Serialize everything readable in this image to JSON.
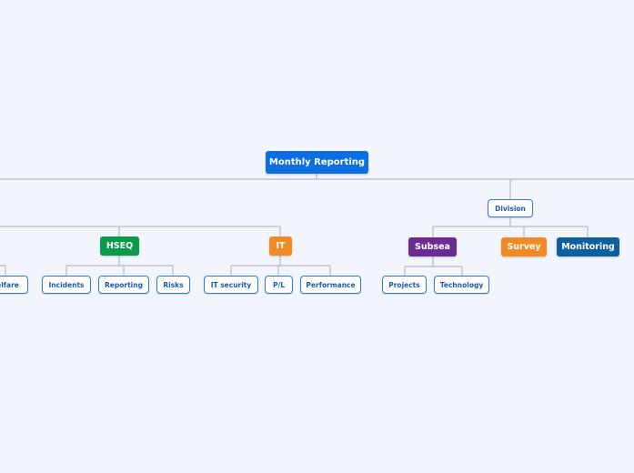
{
  "diagram": {
    "root": {
      "label": "Monthly Reporting",
      "color": "#0c6fe0"
    },
    "division": {
      "label": "Division"
    },
    "groups": [
      {
        "id": "hseq",
        "label": "HSEQ",
        "color": "#0a9a4c",
        "children": [
          "Incidents",
          "Reporting",
          "Risks"
        ]
      },
      {
        "id": "it",
        "label": "IT",
        "color": "#f08a24",
        "children": [
          "IT security",
          "P/L",
          "Performance"
        ]
      },
      {
        "id": "subsea",
        "label": "Subsea",
        "color": "#6a2b93",
        "children": [
          "Projects",
          "Technology"
        ]
      },
      {
        "id": "survey",
        "label": "Survey",
        "color": "#f08a24",
        "children": []
      },
      {
        "id": "monitoring",
        "label": "Monitoring",
        "color": "#0e5f9e",
        "children": []
      }
    ],
    "partial_leaf": {
      "label": "elfare"
    },
    "line_color": "#a4b0c0"
  }
}
